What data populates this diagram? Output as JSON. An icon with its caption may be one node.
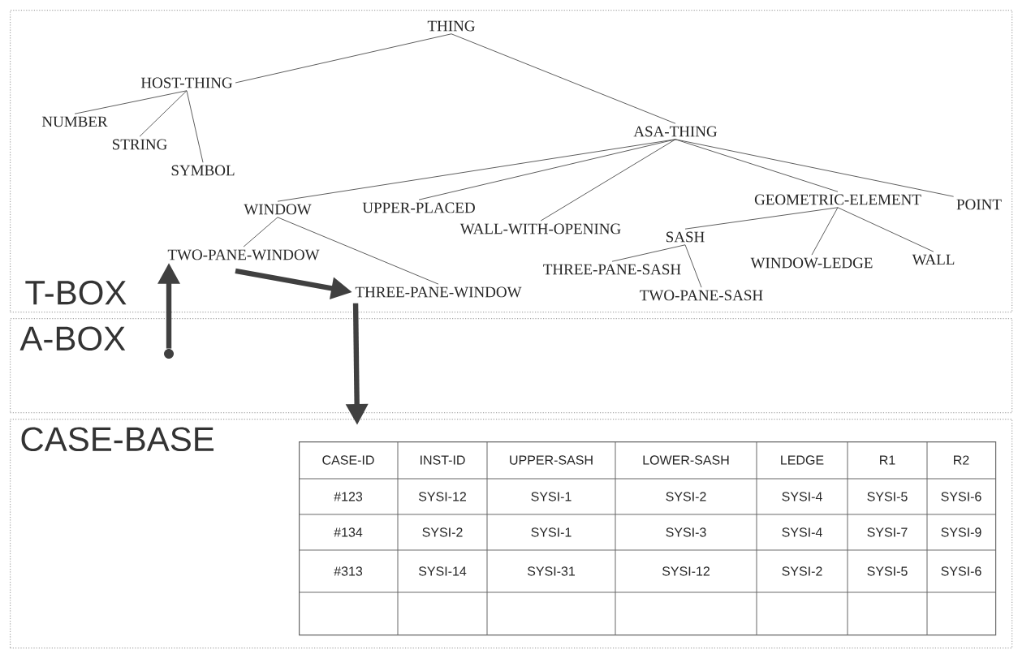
{
  "diagram": {
    "nodes": [
      {
        "text": [
          "T-BOX"
        ]
      },
      {
        "text": [
          "THING"
        ],
        "in": 0
      },
      {
        "text": [
          "HOST-THING"
        ],
        "in": 0
      },
      {
        "text": [
          "NUMBER"
        ],
        "in": 0
      },
      {
        "text": [
          "STRING"
        ],
        "in": 0
      },
      {
        "text": [
          "SYMBOL"
        ],
        "in": 0
      },
      {
        "text": [
          "ASA-THING"
        ],
        "in": 0
      },
      {
        "text": [
          "WINDOW"
        ],
        "in": 0
      },
      {
        "text": [
          "UPPER-PLACED"
        ],
        "in": 0
      },
      {
        "text": [
          "WALL-WITH-OPENING"
        ],
        "in": 0
      },
      {
        "text": [
          "GEOMETRIC-ELEMENT"
        ],
        "in": 0
      },
      {
        "text": [
          "POINT"
        ],
        "in": 0
      },
      {
        "text": [
          "TWO-PANE-WINDOW"
        ],
        "in": 0
      },
      {
        "text": [
          "THREE-PANE-WINDOW"
        ],
        "in": 0
      },
      {
        "text": [
          "SASH"
        ],
        "in": 0
      },
      {
        "text": [
          "WINDOW-LEDGE"
        ],
        "in": 0
      },
      {
        "text": [
          "WALL"
        ],
        "in": 0
      },
      {
        "text": [
          "THREE-PANE-SASH"
        ],
        "in": 0
      },
      {
        "text": [
          "TWO-PANE-SASH"
        ],
        "in": 0
      },
      {
        "text": [
          "A-BOX"
        ]
      },
      {
        "text": [],
        "shape": "circle",
        "in": 19
      },
      {
        "text": [
          "CASE-BASE"
        ]
      },
      {
        "text": [],
        "shape": "box",
        "in": 21
      }
    ],
    "edges": [
      {
        "from": 1,
        "to": 2,
        "arrow": "none"
      },
      {
        "from": 1,
        "to": 6,
        "arrow": "none"
      },
      {
        "from": 2,
        "to": 3,
        "arrow": "none"
      },
      {
        "from": 2,
        "to": 4,
        "arrow": "none"
      },
      {
        "from": 2,
        "to": 5,
        "arrow": "none"
      },
      {
        "from": 6,
        "to": 7,
        "arrow": "none"
      },
      {
        "from": 6,
        "to": 8,
        "arrow": "none"
      },
      {
        "from": 6,
        "to": 9,
        "arrow": "none"
      },
      {
        "from": 6,
        "to": 10,
        "arrow": "none"
      },
      {
        "from": 6,
        "to": 11,
        "arrow": "none"
      },
      {
        "from": 7,
        "to": 12,
        "arrow": "none"
      },
      {
        "from": 7,
        "to": 13,
        "arrow": "none"
      },
      {
        "from": 10,
        "to": 14,
        "arrow": "none"
      },
      {
        "from": 10,
        "to": 15,
        "arrow": "none"
      },
      {
        "from": 10,
        "to": 16,
        "arrow": "none"
      },
      {
        "from": 14,
        "to": 17,
        "arrow": "none"
      },
      {
        "from": 14,
        "to": 18,
        "arrow": "none"
      },
      {
        "from": 20,
        "to": 12,
        "arrow": "to",
        "style": "thick"
      },
      {
        "from": 12,
        "to": 13,
        "arrow": "to",
        "style": "thick"
      },
      {
        "from": 13,
        "to": 22,
        "arrow": "to",
        "style": "thick"
      }
    ],
    "labels": [
      "CASE-ID",
      "INST-ID",
      "UPPER-SASH",
      "LOWER-SASH",
      "LEDGE",
      "R1",
      "R2",
      "#123",
      "SYSI-12",
      "SYSI-1",
      "SYSI-2",
      "SYSI-4",
      "SYSI-5",
      "SYSI-6",
      "#134",
      "SYSI-2",
      "SYSI-1",
      "SYSI-3",
      "SYSI-4",
      "SYSI-7",
      "SYSI-9",
      "#313",
      "SYSI-14",
      "SYSI-31",
      "SYSI-12",
      "SYSI-2",
      "SYSI-5",
      "SYSI-6"
    ]
  }
}
